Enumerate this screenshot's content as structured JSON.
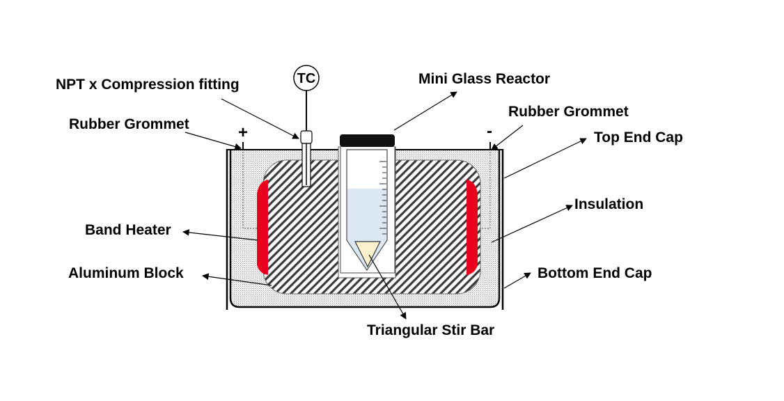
{
  "diagram": {
    "thermocouple_label": "TC",
    "terminal_positive": "+",
    "terminal_negative": "-",
    "labels": {
      "npt_fitting": "NPT x Compression fitting",
      "rubber_grommet_left": "Rubber Grommet",
      "band_heater": "Band Heater",
      "aluminum_block": "Aluminum Block",
      "mini_glass_reactor": "Mini Glass Reactor",
      "rubber_grommet_right": "Rubber Grommet",
      "top_end_cap": "Top End Cap",
      "insulation": "Insulation",
      "bottom_end_cap": "Bottom End Cap",
      "triangular_stir_bar": "Triangular Stir Bar"
    },
    "colors": {
      "band_heater": "#e8001c",
      "liquid": "#dbe7f3",
      "stir_bar": "#fdf0cc",
      "cap": "#111111",
      "outline": "#000000"
    }
  }
}
